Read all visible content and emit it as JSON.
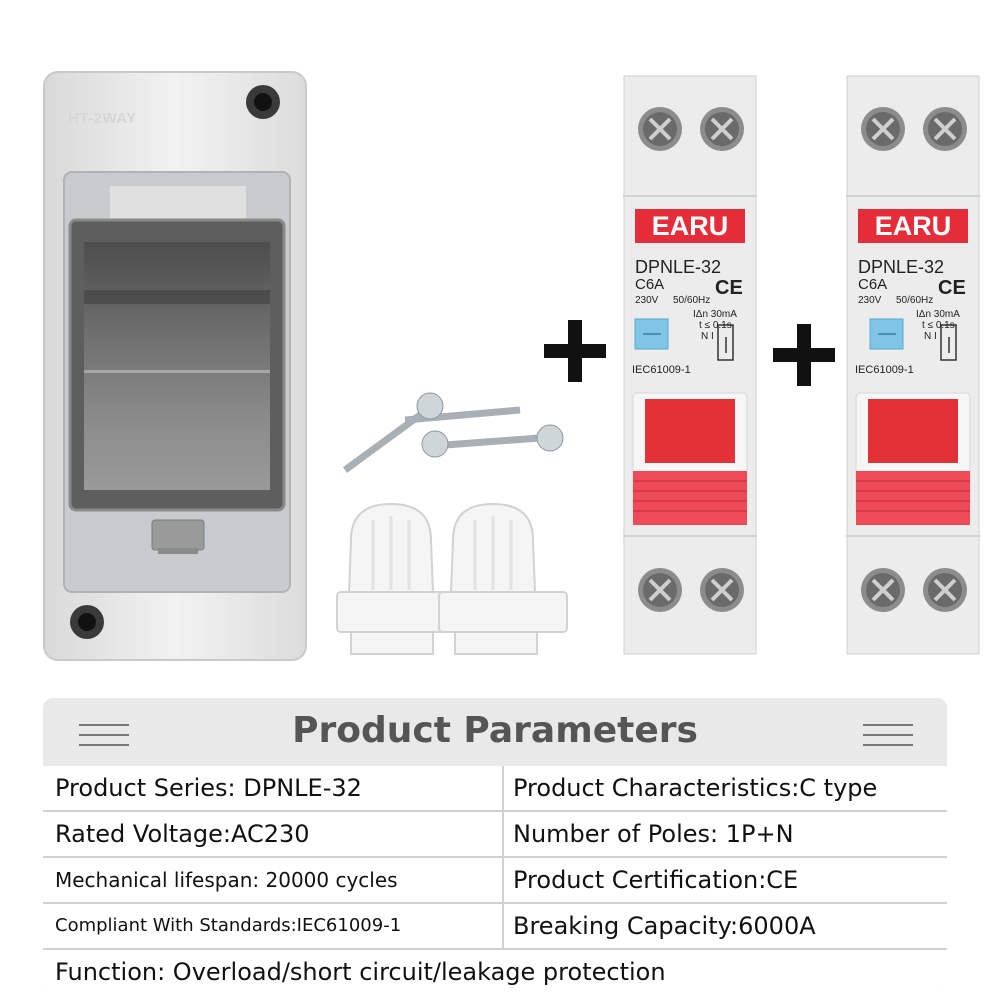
{
  "enclosure": {
    "model_text": "HT-2WAY"
  },
  "breakers": [
    {
      "brand": "EARU",
      "model": "DPNLE-32",
      "rating": "C6A",
      "voltage": "230V",
      "freq": "50/60Hz",
      "mark": "CE",
      "leakage": "IΔn 30mA",
      "trip": "t ≤ 0.1s",
      "np": "N  I",
      "std": "IEC61009-1"
    },
    {
      "brand": "EARU",
      "model": "DPNLE-32",
      "rating": "C6A",
      "voltage": "230V",
      "freq": "50/60Hz",
      "mark": "CE",
      "leakage": "IΔn 30mA",
      "trip": "t ≤ 0.1s",
      "np": "N  I",
      "std": "IEC61009-1"
    }
  ],
  "colors": {
    "brand_red": "#e52d3a",
    "breaker_body": "#ececec",
    "test_button": "#7fc6e6",
    "panel_bg": "#e9e9e9"
  },
  "parameters": {
    "title": "Product Parameters",
    "rows": [
      {
        "left": "Product Series: DPNLE-32",
        "right": "Product Characteristics:C type"
      },
      {
        "left": "Rated Voltage:AC230",
        "right": "Number of Poles: 1P+N"
      },
      {
        "left": "Mechanical lifespan: 20000 cycles",
        "right": "Product Certification:CE"
      },
      {
        "left": "Compliant With Standards:IEC61009-1",
        "right": "Breaking Capacity:6000A"
      }
    ],
    "full_row": "Function: Overload/short circuit/leakage protection"
  }
}
